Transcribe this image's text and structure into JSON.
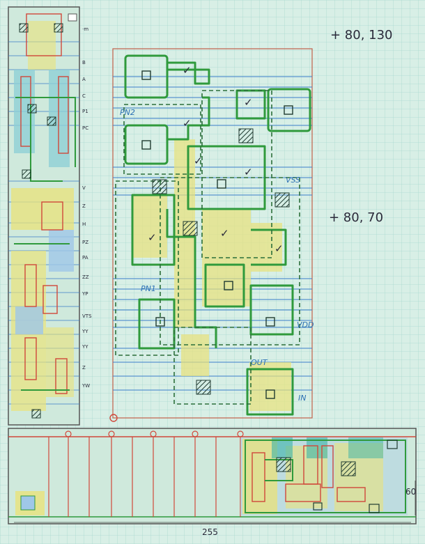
{
  "annotations": {
    "coord_top": "+ 80, 130",
    "coord_mid": "+ 80, 70",
    "width_label": "255",
    "height_label": "60"
  },
  "region_labels": {
    "pn2": "PN2",
    "pn1": "PN1",
    "vss": "VSS",
    "vdd": "VDD",
    "out": "OUT",
    "in": "IN"
  },
  "check_marks": [
    "✓",
    "✓",
    "✓",
    "✓",
    "✓",
    "✓",
    "✓",
    "✓"
  ],
  "colors": {
    "grid_paper": "#d8efe6",
    "grid_line": "#9fd3c9",
    "metal_green": "#2f9a3c",
    "poly_yellow": "#e9e27a",
    "diff_blue": "#3a7dc9",
    "rail_red": "#d0473a",
    "contact_dark": "#2b4b3e"
  }
}
